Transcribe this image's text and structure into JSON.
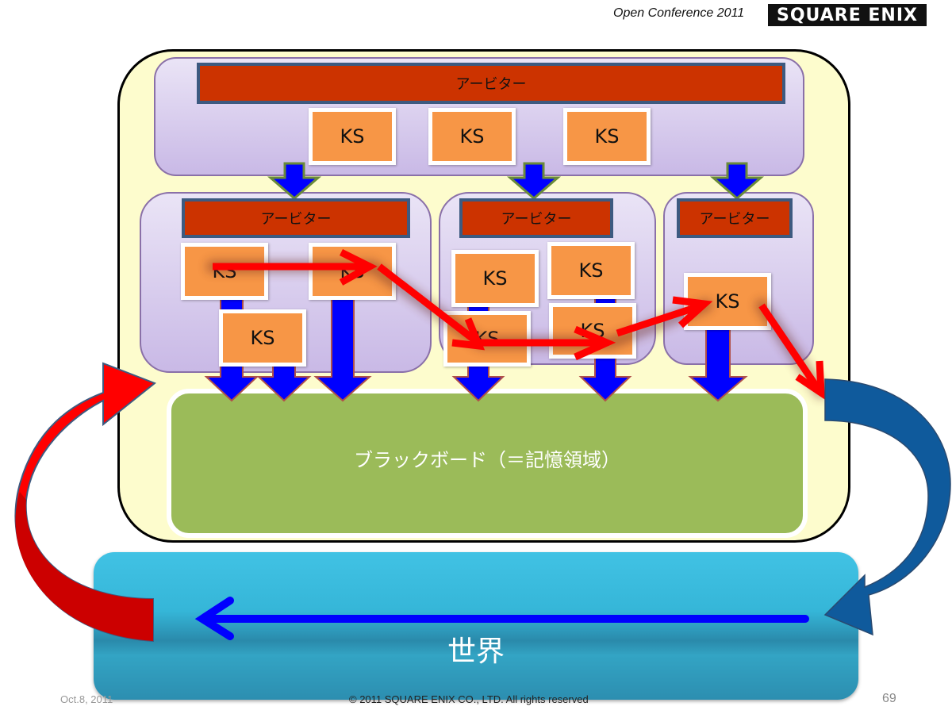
{
  "header": {
    "conference": "Open Conference 2011",
    "logo_text": "SQUARE ENIX"
  },
  "diagram": {
    "top_arbiter": "アービター",
    "top_ks": [
      "KS",
      "KS",
      "KS"
    ],
    "groups": [
      {
        "arbiter": "アービター",
        "ks": [
          "KS",
          "KS",
          "KS"
        ]
      },
      {
        "arbiter": "アービター",
        "ks": [
          "KS",
          "KS",
          "KS",
          "KS"
        ]
      },
      {
        "arbiter": "アービター",
        "ks": [
          "KS"
        ]
      }
    ],
    "blackboard": "ブラックボード（＝記憶領域）",
    "world": "世界"
  },
  "colors": {
    "arbiter": "#cc3300",
    "ks": "#f79646",
    "blackboard": "#9bbb59",
    "world": "#35b6d8",
    "flow_arrow": "#ff0000",
    "down_arrow": "#0000ff"
  },
  "footer": {
    "date": "Oct.8, 2011",
    "copyright": "© 2011 SQUARE ENIX CO., LTD. All rights reserved",
    "page_number": "69"
  }
}
